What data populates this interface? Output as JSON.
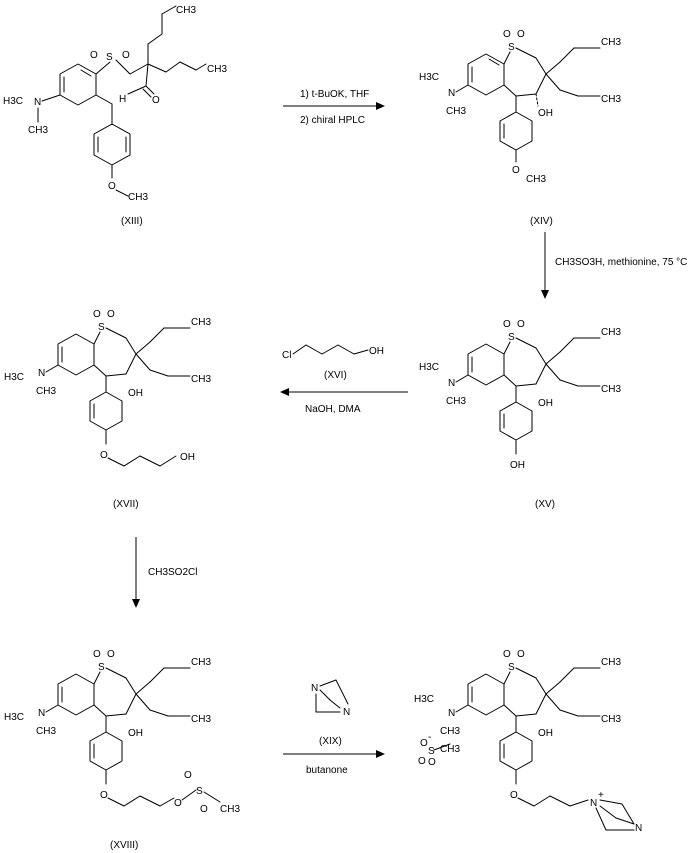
{
  "compounds": {
    "xiii": "(XIII)",
    "xiv": "(XIV)",
    "xv": "(XV)",
    "xvi": "(XVI)",
    "xvii": "(XVII)",
    "xviii": "(XVIII)",
    "xix": "(XIX)"
  },
  "conditions": {
    "step1_line1": "1) t-BuOK, THF",
    "step1_line2": "2) chiral HPLC",
    "step2": "CH3SO3H, methionine, 75 °C",
    "step3": "NaOH, DMA",
    "step4": "CH3SO2Cl",
    "step5": "butanone"
  },
  "atoms": {
    "n": "N",
    "s": "S",
    "o": "O",
    "oh": "OH",
    "h": "H",
    "ch3": "CH3",
    "h3c": "H3C",
    "cl": "Cl",
    "plus": "+",
    "minus": "-"
  }
}
